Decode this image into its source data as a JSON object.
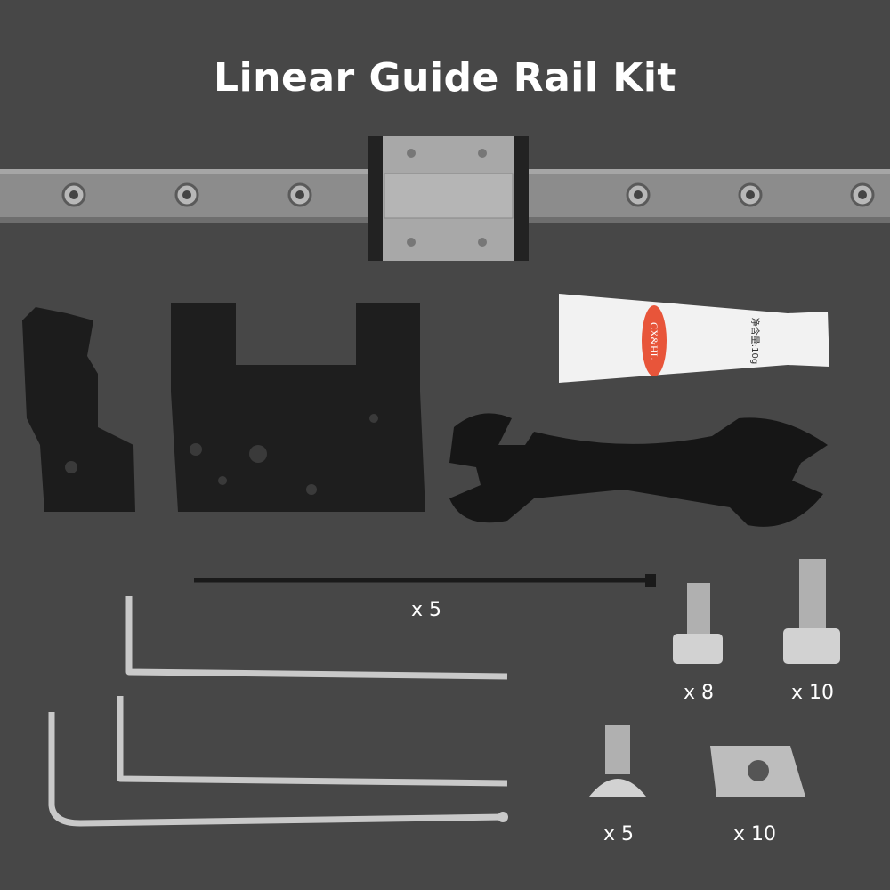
{
  "title": "Linear Guide Rail Kit",
  "tube": {
    "brand": "CX&HL",
    "net_weight": "净含量:10g"
  },
  "quantities": {
    "cable_tie": "x 5",
    "short_screw": "x 8",
    "long_screw": "x 10",
    "button_screw": "x 5",
    "t_nut": "x 10"
  },
  "colors": {
    "background": "#474747",
    "metal_black": "#1c1c1c",
    "tube_logo": "#e8553a"
  }
}
